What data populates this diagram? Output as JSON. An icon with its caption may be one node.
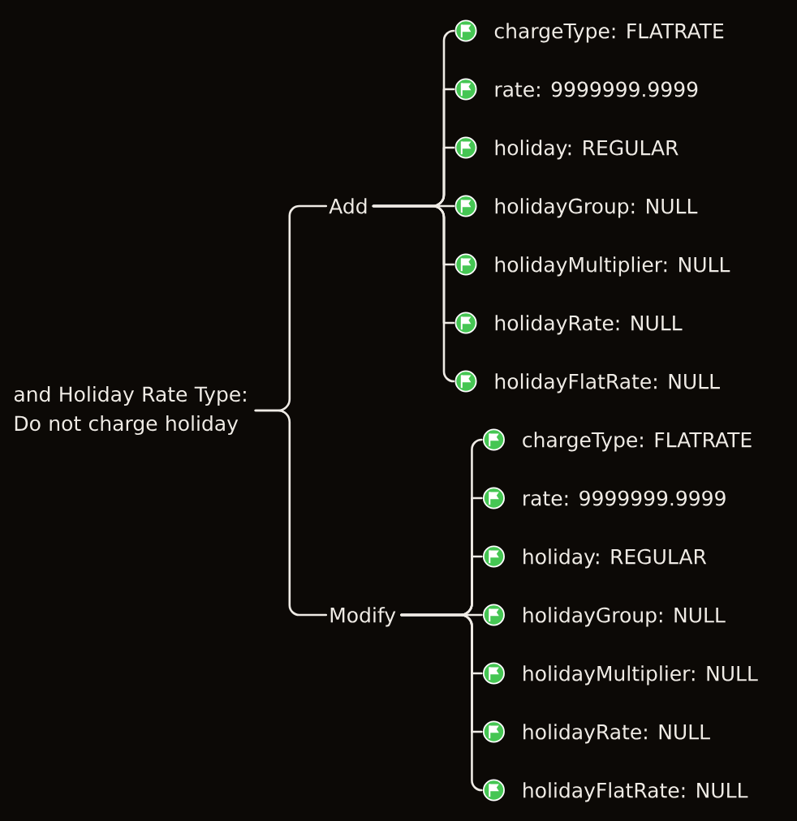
{
  "diagram": {
    "nodes": [
      {
        "text": [
          "and Holiday Rate Type: Do not charge holiday"
        ]
      },
      {
        "text": [
          "Add"
        ]
      },
      {
        "text": [
          "chargeType: FLATRATE"
        ]
      },
      {
        "text": [
          "rate: 9999999.9999"
        ]
      },
      {
        "text": [
          "holiday: REGULAR"
        ]
      },
      {
        "text": [
          "holidayGroup: NULL"
        ]
      },
      {
        "text": [
          "holidayMultiplier: NULL"
        ]
      },
      {
        "text": [
          "holidayRate: NULL"
        ]
      },
      {
        "text": [
          "holidayFlatRate: NULL"
        ]
      },
      {
        "text": [
          "Modify"
        ]
      },
      {
        "text": [
          "chargeType: FLATRATE"
        ]
      },
      {
        "text": [
          "rate: 9999999.9999"
        ]
      },
      {
        "text": [
          "holiday: REGULAR"
        ]
      },
      {
        "text": [
          "holidayGroup: NULL"
        ]
      },
      {
        "text": [
          "holidayMultiplier: NULL"
        ]
      },
      {
        "text": [
          "holidayRate: NULL"
        ]
      },
      {
        "text": [
          "holidayFlatRate: NULL"
        ]
      }
    ],
    "edges": [
      {
        "from": 0,
        "to": 1,
        "arrow": "none"
      },
      {
        "from": 0,
        "to": 9,
        "arrow": "none"
      },
      {
        "from": 1,
        "to": 2,
        "arrow": "none"
      },
      {
        "from": 1,
        "to": 3,
        "arrow": "none"
      },
      {
        "from": 1,
        "to": 4,
        "arrow": "none"
      },
      {
        "from": 1,
        "to": 5,
        "arrow": "none"
      },
      {
        "from": 1,
        "to": 6,
        "arrow": "none"
      },
      {
        "from": 1,
        "to": 7,
        "arrow": "none"
      },
      {
        "from": 1,
        "to": 8,
        "arrow": "none"
      },
      {
        "from": 9,
        "to": 10,
        "arrow": "none"
      },
      {
        "from": 9,
        "to": 11,
        "arrow": "none"
      },
      {
        "from": 9,
        "to": 12,
        "arrow": "none"
      },
      {
        "from": 9,
        "to": 13,
        "arrow": "none"
      },
      {
        "from": 9,
        "to": 14,
        "arrow": "none"
      },
      {
        "from": 9,
        "to": 15,
        "arrow": "none"
      },
      {
        "from": 9,
        "to": 16,
        "arrow": "none"
      }
    ]
  }
}
